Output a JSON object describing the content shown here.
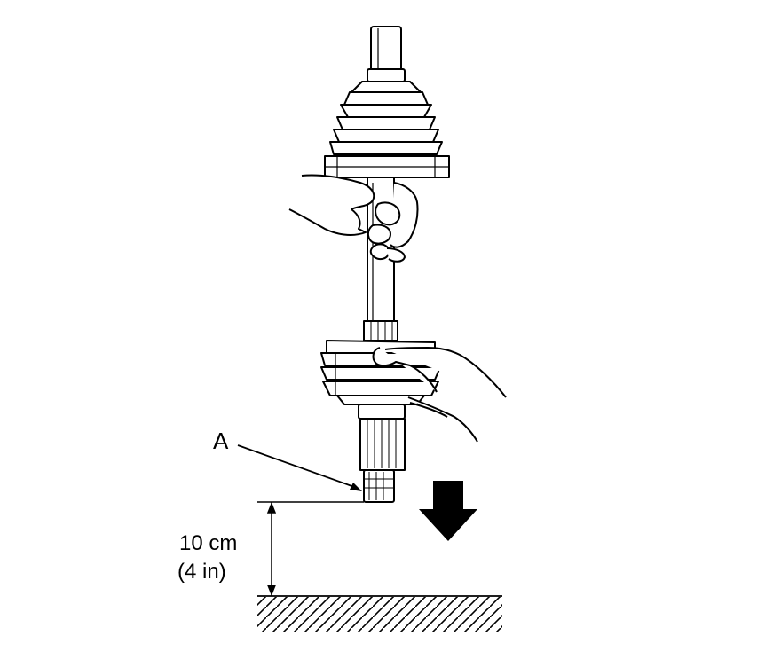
{
  "labels": {
    "part_a": "A",
    "height_value": "10 cm",
    "height_value_imperial": "(4 in)"
  },
  "icons": {
    "arrow": "down-arrow-icon",
    "ground": "ground-hatch-icon"
  },
  "colors": {
    "line": "#000000",
    "background": "#ffffff"
  }
}
